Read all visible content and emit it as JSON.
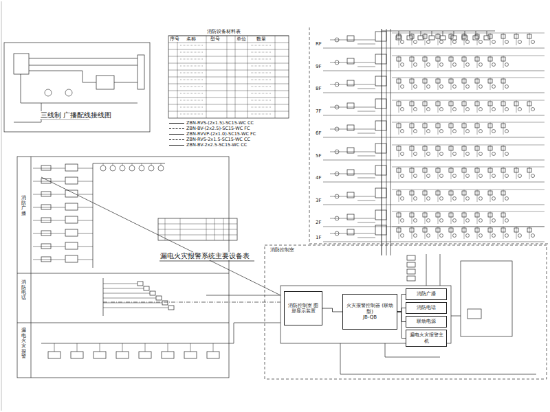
{
  "diagram": {
    "nodes": [
      {
        "text": [
          "消防控制室 图形显示装置"
        ]
      },
      {
        "text": [
          "火灾报警控制器 (联动型)",
          "JB-QB"
        ]
      },
      {
        "text": [
          "消防广播"
        ]
      },
      {
        "text": [
          "消防电话"
        ]
      },
      {
        "text": [
          "联动电源"
        ]
      },
      {
        "text": [
          "漏电火灾报警主机"
        ]
      }
    ],
    "edges": [
      {
        "from": 0,
        "to": 1,
        "arrow": "none"
      },
      {
        "from": 1,
        "to": 2,
        "arrow": "none"
      },
      {
        "from": 1,
        "to": 3,
        "arrow": "none"
      },
      {
        "from": 1,
        "to": 4,
        "arrow": "none"
      },
      {
        "from": 1,
        "to": 5,
        "arrow": "none"
      }
    ],
    "labels": [
      "三线制 广播配线接线图",
      "消防设备材料表",
      "序号",
      "名称",
      "型号",
      "单位",
      "数量",
      "漏电火灾报警系统主要设备表",
      "RF",
      "9F",
      "8F",
      "7F",
      "6F",
      "5F",
      "4F",
      "3F",
      "2F",
      "1F",
      "消防广播",
      "消防电话",
      "漏电火灾报警",
      "消防控制室"
    ],
    "legend": [
      {
        "text": "ZBN-RVS-(2x1.5)-SC15-WC CC"
      },
      {
        "text": "ZBN-BV-(2x2.5)-SC15-WC FC"
      },
      {
        "text": "ZBN-RVVP-(2x1.0)-SC15-WC FC"
      },
      {
        "text": "ZBN-RVS-2x1.5-SC15-WC CC"
      },
      {
        "text": "ZBN-BV-2x2.5-SC15-WC CC"
      }
    ]
  }
}
